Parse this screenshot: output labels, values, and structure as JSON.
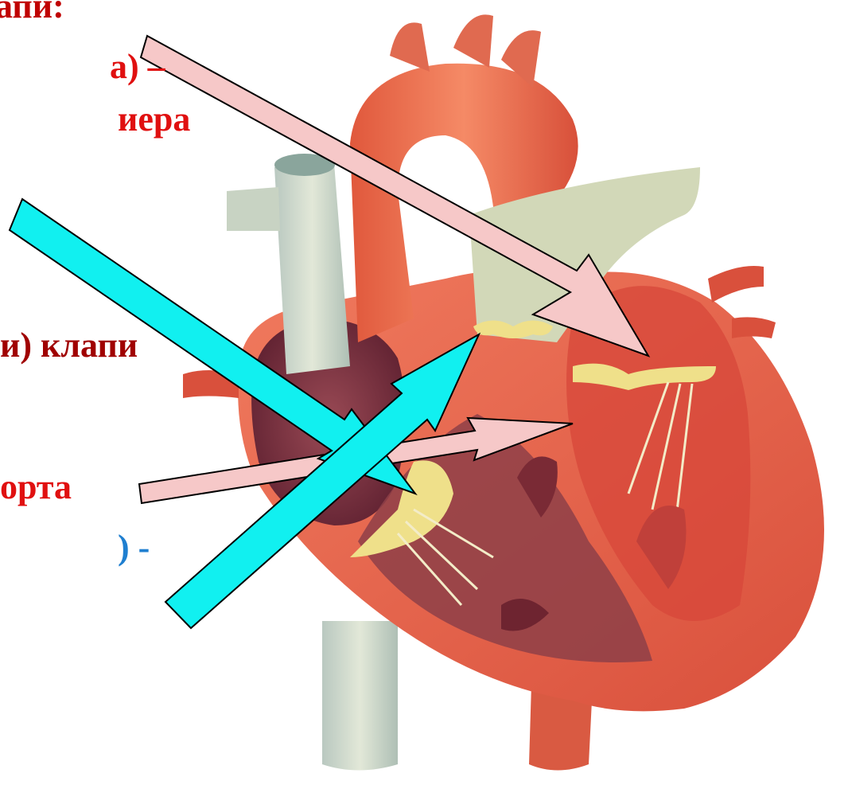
{
  "labels": [
    {
      "text": "апи:",
      "color": "#c00000"
    },
    {
      "text": "а) –",
      "color": "#e01010"
    },
    {
      "text": "иера",
      "color": "#e01010"
    },
    {
      "text": "и) клапи",
      "color": "#a00000"
    },
    {
      "text": "орта",
      "color": "#e01010"
    },
    {
      "text": ")  -",
      "color": "#1f7fd0"
    }
  ],
  "colors": {
    "heart_muscle": "#e8604a",
    "vessel_pale": "#cfd8c8",
    "chamber_dark": "#7a3040",
    "valve_yellow": "#efe08a",
    "arrow_pink": "#f6c8c8",
    "arrow_cyan": "#11f0f0"
  }
}
